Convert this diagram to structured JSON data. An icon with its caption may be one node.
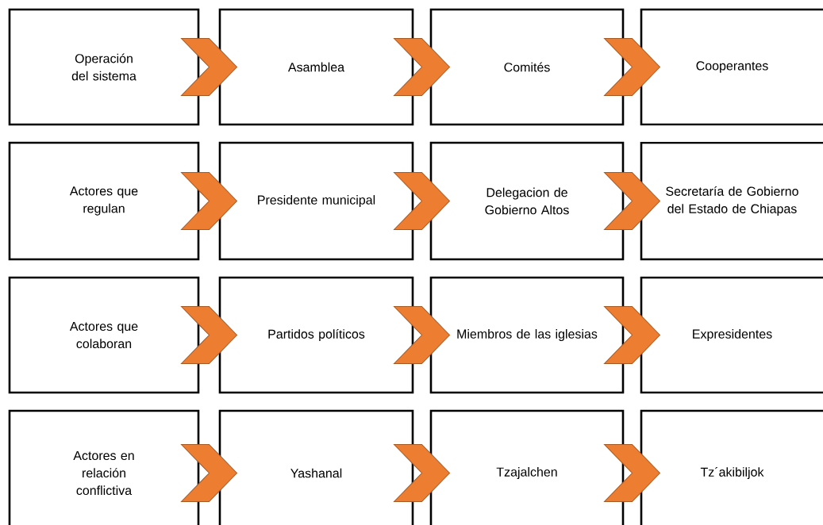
{
  "diagram": {
    "nodes": [
      {
        "text": [
          "Operación del sistema"
        ]
      },
      {
        "text": [
          "Asamblea"
        ]
      },
      {
        "text": [
          "Comités"
        ]
      },
      {
        "text": [
          "Cooperantes"
        ]
      },
      {
        "text": [
          "Actores que regulan"
        ]
      },
      {
        "text": [
          "Presidente municipal"
        ]
      },
      {
        "text": [
          "Delegacion de Gobierno Altos"
        ]
      },
      {
        "text": [
          "Secretaría de Gobierno del Estado de Chiapas"
        ]
      },
      {
        "text": [
          "Actores que colaboran"
        ]
      },
      {
        "text": [
          "Partidos políticos"
        ]
      },
      {
        "text": [
          "Miembros de las iglesias"
        ]
      },
      {
        "text": [
          "Expresidentes"
        ]
      },
      {
        "text": [
          "Actores en relación conflictiva"
        ]
      },
      {
        "text": [
          "Yashanal"
        ]
      },
      {
        "text": [
          "Tzajalchen"
        ]
      },
      {
        "text": [
          "Tz´akibiljok"
        ]
      }
    ],
    "edges": [
      {
        "from": 0,
        "to": 1,
        "arrow": "to"
      },
      {
        "from": 1,
        "to": 2,
        "arrow": "to"
      },
      {
        "from": 2,
        "to": 3,
        "arrow": "to"
      },
      {
        "from": 4,
        "to": 5,
        "arrow": "to"
      },
      {
        "from": 5,
        "to": 6,
        "arrow": "to"
      },
      {
        "from": 6,
        "to": 7,
        "arrow": "to"
      },
      {
        "from": 8,
        "to": 9,
        "arrow": "to"
      },
      {
        "from": 9,
        "to": 10,
        "arrow": "to"
      },
      {
        "from": 10,
        "to": 11,
        "arrow": "to"
      },
      {
        "from": 12,
        "to": 13,
        "arrow": "to"
      },
      {
        "from": 13,
        "to": 14,
        "arrow": "to"
      },
      {
        "from": 14,
        "to": 15,
        "arrow": "to"
      }
    ]
  }
}
